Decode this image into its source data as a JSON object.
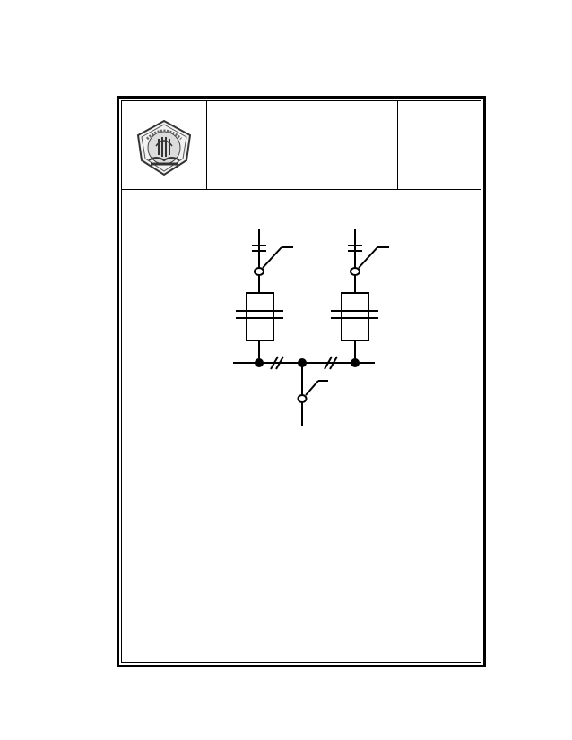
{
  "document": {
    "header": {
      "logo": "emblem-icon",
      "title": "",
      "code": ""
    },
    "diagram": {
      "type": "single-line electrical schematic",
      "components": [
        "double-busbar-disconnect-switch-left",
        "double-busbar-disconnect-switch-right",
        "circuit-breaker-left",
        "circuit-breaker-right",
        "busbar",
        "busbar-junction-nodes",
        "feeder-disconnect-switch"
      ]
    }
  }
}
